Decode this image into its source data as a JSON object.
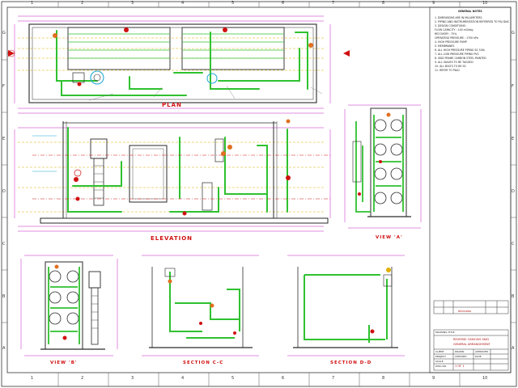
{
  "drawing": {
    "zones_top": [
      "1",
      "2",
      "3",
      "4",
      "5",
      "6",
      "7",
      "8",
      "9",
      "10"
    ],
    "zones_bottom": [
      "1",
      "2",
      "3",
      "4",
      "5",
      "6",
      "7",
      "8",
      "9",
      "10"
    ],
    "zones_left": [
      "A",
      "B",
      "C",
      "D",
      "E",
      "F",
      "G"
    ],
    "zones_right": [
      "A",
      "B",
      "C",
      "D",
      "E",
      "F",
      "G"
    ],
    "views": {
      "plan": "PLAN",
      "elevation": "ELEVATION",
      "view_a": "VIEW 'A'",
      "view_b": "VIEW 'B'",
      "section_c": "SECTION C-C",
      "section_d": "SECTION D-D"
    },
    "notes_header": "GENERAL NOTES",
    "notes": [
      "1. DIMENSIONS ARE IN MILLIMETERS.",
      "2. PIPING AND INSTRUMENTATION REFERRED TO P&I DIAGRAM.",
      "3. DESIGN CONDITIONS:",
      "   FLOW CAPACITY : 100 m3/day",
      "   RECOVERY : 75%",
      "   OPERATING PRESSURE : 1750 kPa",
      "4. HIGH PRESSURE PUMP",
      "5. MEMBRANES",
      "6. ALL HIGH PRESSURE PIPING SS 316L",
      "7. ALL LOW PRESSURE PIPING PVC",
      "8. SKID FRAME CARBON STEEL PAINTED",
      "9. ALL VALVES TO BE TAGGED",
      "10. ALL BOLTS TO BE SS",
      "11. REFER TO P&ID"
    ],
    "revision_label": "REVISIONS",
    "title_block": {
      "drawing_title": "DRAWING TITLE",
      "title_line1": "REVERSE OSMOSIS SKID",
      "title_line2": "GENERAL ARRANGEMENT",
      "fields": [
        "CLIENT",
        "PROJECT",
        "DRAWN",
        "CHECKED",
        "APPROVED",
        "DATE",
        "SCALE",
        "DWG NO."
      ],
      "sheet": "1 OF 1"
    },
    "colors": {
      "frame": "#1a1a1a",
      "pipe_green": "#2fc12f",
      "cyan": "#1aa7d4",
      "red": "#d01010",
      "magenta": "#c41fc4",
      "yellow": "#e0b000",
      "skid": "#2a2a2a"
    }
  }
}
